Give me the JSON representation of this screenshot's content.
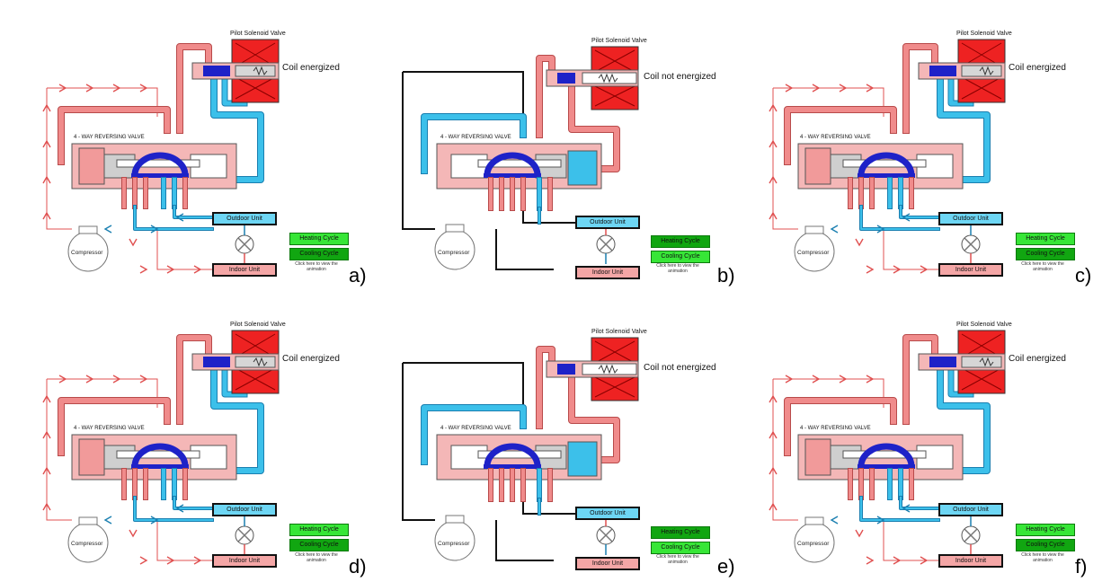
{
  "labels": {
    "pilot": "Pilot Solenoid Valve",
    "valve": "4 - WAY REVERSING VALVE",
    "outdoor": "Outdoor Unit",
    "indoor": "Indoor Unit",
    "compressor": "Compressor",
    "heating": "Heating Cycle",
    "cooling": "Cooling Cycle",
    "hint": "Click here to view the animation"
  },
  "panels": [
    {
      "letter": "a)",
      "coil": "Coil energized",
      "mode": "heating",
      "active_button": "heating"
    },
    {
      "letter": "b)",
      "coil": "Coil not energized",
      "mode": "cooling",
      "active_button": "cooling"
    },
    {
      "letter": "c)",
      "coil": "Coil energized",
      "mode": "heating",
      "active_button": "heating"
    },
    {
      "letter": "d)",
      "coil": "Coil energized",
      "mode": "heating",
      "active_button": "heating"
    },
    {
      "letter": "e)",
      "coil": "Coil not energized",
      "mode": "cooling",
      "active_button": "cooling"
    },
    {
      "letter": "f)",
      "coil": "Coil energized",
      "mode": "heating",
      "active_button": "heating"
    }
  ],
  "colors": {
    "hot": "#f08b8b",
    "hot_dark": "#b84a4a",
    "cold": "#3cc0ea",
    "cold_dark": "#1a7fb0",
    "slide": "#1e22c8",
    "solenoid": "#ee2222",
    "button_on": "#37e637",
    "button_off": "#11a611"
  }
}
